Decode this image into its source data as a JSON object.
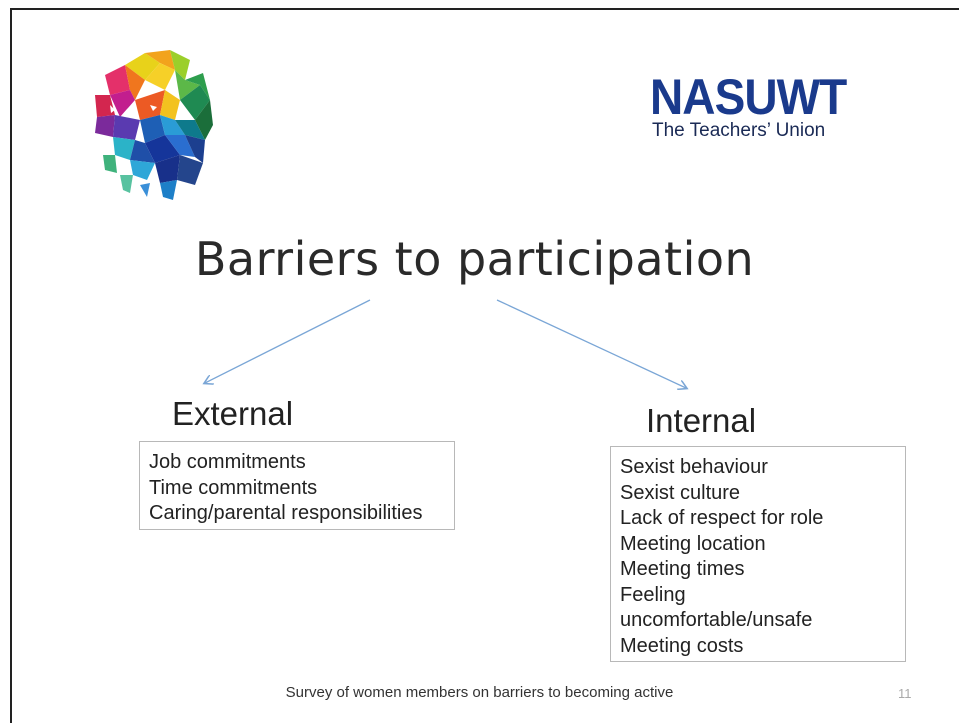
{
  "brand": {
    "name": "NASUWT",
    "tagline": "The Teachers’ Union",
    "color": "#1a3a8c"
  },
  "logo_art": {
    "icon": "colorful-head-mosaic-icon"
  },
  "slide": {
    "title": "Barriers to participation",
    "external": {
      "heading": "External",
      "items": [
        "Job commitments",
        "Time commitments",
        "Caring/parental responsibilities"
      ]
    },
    "internal": {
      "heading": "Internal",
      "items": [
        "Sexist behaviour",
        "Sexist culture",
        "Lack of respect for role",
        "Meeting location",
        "Meeting times",
        "Feeling uncomfortable/unsafe",
        "Meeting costs"
      ]
    },
    "footer": "Survey of women members on barriers to becoming active",
    "page_number": "11"
  },
  "colors": {
    "arrow": "#7aa6d6",
    "title": "#2a2a2a"
  }
}
